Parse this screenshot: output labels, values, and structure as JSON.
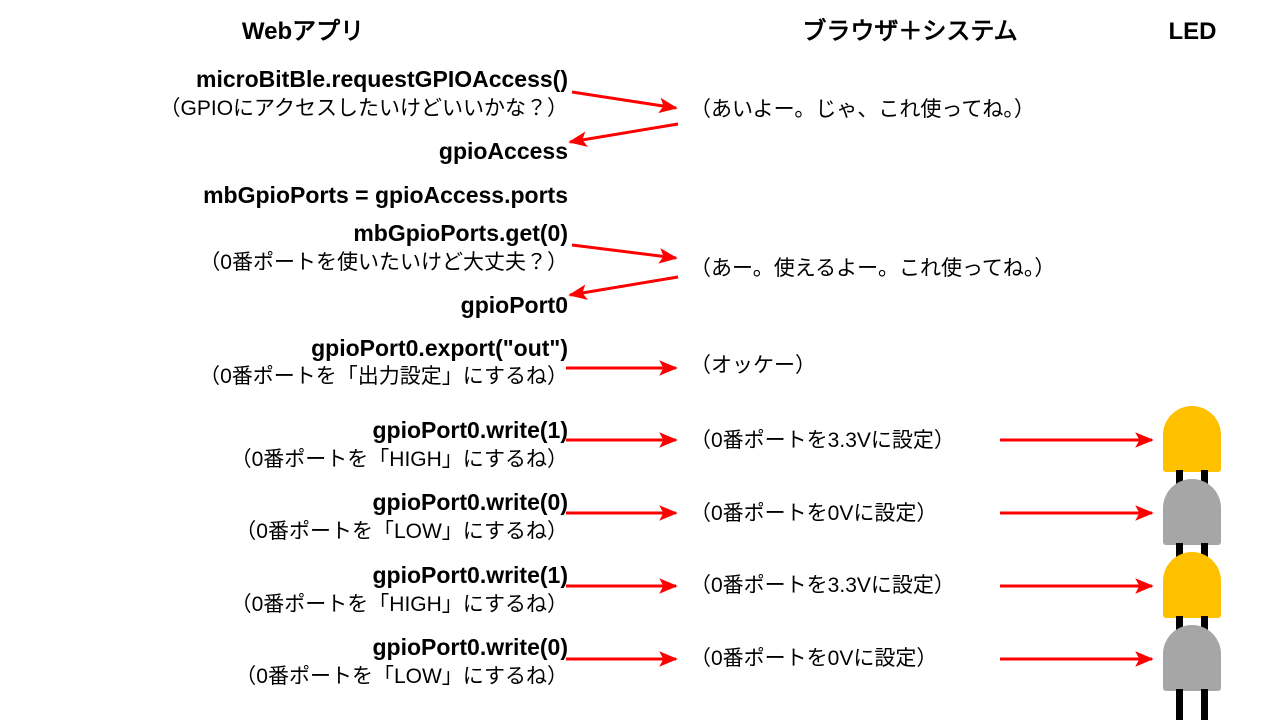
{
  "headers": {
    "webapp": "Webアプリ",
    "browser": "ブラウザ＋システム",
    "led": "LED"
  },
  "colors": {
    "arrow": "#FF0000",
    "led_on": "#FFC000",
    "led_off": "#A6A6A6",
    "led_leg": "#000000",
    "text": "#000000",
    "background": "#FFFFFF"
  },
  "steps": [
    {
      "id": "request-gpio-access",
      "call": "microBitBle.requestGPIOAccess()",
      "call_note": "（GPIOにアクセスしたいけどいいかな？）",
      "system_text": "（あいよー。じゃ、これ使ってね。）",
      "arrow": "request",
      "led": null
    },
    {
      "id": "gpio-access-return",
      "call": "gpioAccess",
      "call_note": "",
      "system_text": "",
      "arrow": "response",
      "led": null
    },
    {
      "id": "mb-gpio-ports",
      "call": "mbGpioPorts = gpioAccess.ports",
      "call_note": "",
      "system_text": "",
      "arrow": "none",
      "led": null
    },
    {
      "id": "mb-gpio-ports-get",
      "call": "mbGpioPorts.get(0)",
      "call_note": "（0番ポートを使いたいけど大丈夫？）",
      "system_text": "（あー。使えるよー。これ使ってね。）",
      "arrow": "request",
      "led": null
    },
    {
      "id": "gpio-port0-return",
      "call": "gpioPort0",
      "call_note": "",
      "system_text": "",
      "arrow": "response",
      "led": null
    },
    {
      "id": "export-out",
      "call": "gpioPort0.export(\"out\")",
      "call_note": "（0番ポートを「出力設定」にするね）",
      "system_text": "（オッケー）",
      "arrow": "straight",
      "led": null
    },
    {
      "id": "write-1-a",
      "call": "gpioPort0.write(1)",
      "call_note": "（0番ポートを「HIGH」にするね）",
      "system_text": "（0番ポートを3.3Vに設定）",
      "arrow": "straight",
      "led": "on"
    },
    {
      "id": "write-0-a",
      "call": "gpioPort0.write(0)",
      "call_note": "（0番ポートを「LOW」にするね）",
      "system_text": "（0番ポートを0Vに設定）",
      "arrow": "straight",
      "led": "off"
    },
    {
      "id": "write-1-b",
      "call": "gpioPort0.write(1)",
      "call_note": "（0番ポートを「HIGH」にするね）",
      "system_text": "（0番ポートを3.3Vに設定）",
      "arrow": "straight",
      "led": "on"
    },
    {
      "id": "write-0-b",
      "call": "gpioPort0.write(0)",
      "call_note": "（0番ポートを「LOW」にするね）",
      "system_text": "（0番ポートを0Vに設定）",
      "arrow": "straight",
      "led": "off"
    }
  ]
}
